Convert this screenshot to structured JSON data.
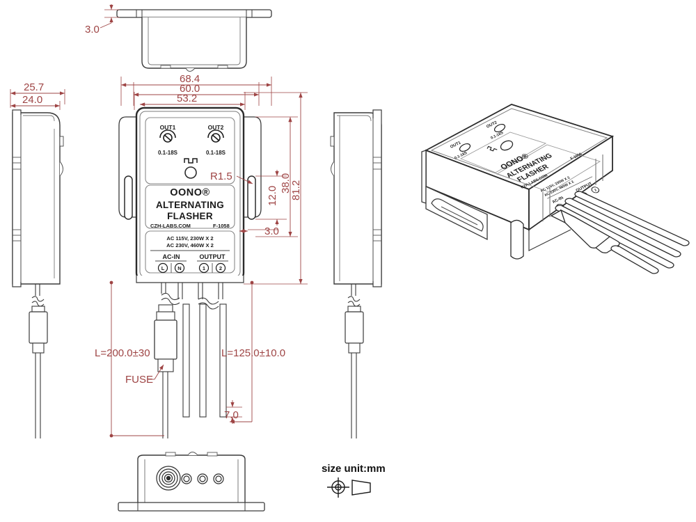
{
  "drawing": {
    "legend": {
      "unit_note": "size unit:mm",
      "projection_symbol": "first-angle-projection-icon"
    },
    "line_colors": {
      "dimension": "#9e4444",
      "outline": "#2b2b2b",
      "detail": "#5a5a5a"
    }
  },
  "dimensions": {
    "top_view": [
      {
        "name": "flange-thickness",
        "value": "3.0"
      }
    ],
    "left_side_view": [
      {
        "name": "overall-depth-with-tab",
        "value": "25.7"
      },
      {
        "name": "body-depth",
        "value": "24.0"
      }
    ],
    "front_view": [
      {
        "name": "overall-width-with-flanges",
        "value": "68.4"
      },
      {
        "name": "mounting-hole-span",
        "value": "60.0"
      },
      {
        "name": "body-width",
        "value": "53.2"
      },
      {
        "name": "overall-height",
        "value": "81.2"
      },
      {
        "name": "body-height",
        "value": "38.0"
      },
      {
        "name": "slot-length",
        "value": "12.0"
      },
      {
        "name": "slot-width",
        "value": "3.0"
      },
      {
        "name": "corner-radius",
        "value": "R1.5"
      }
    ],
    "wires": [
      {
        "name": "ac-in-wire-length",
        "value": "L=200.0±30"
      },
      {
        "name": "output-wire-length",
        "value": "L=125.0±10.0"
      },
      {
        "name": "stripped-tip-length",
        "value": "7.0"
      }
    ]
  },
  "annotations": {
    "fuse_callout": "FUSE"
  },
  "product_label": {
    "brand": "OONO®",
    "title_line1": "ALTERNATING",
    "title_line2": "FLASHER",
    "website": "CZH-LABS.COM",
    "model": "F-1058",
    "rating_line1": "AC 115V, 230W X 2",
    "rating_line2": "AC 230V, 460W X 2",
    "pots": [
      {
        "name": "OUT1",
        "range": "0.1-18S"
      },
      {
        "name": "OUT2",
        "range": "0.1-18S"
      }
    ],
    "waveform_icon": "square-wave-icon",
    "terminal_groups": [
      {
        "group": "AC-IN",
        "pins": [
          "L",
          "N"
        ]
      },
      {
        "group": "OUTPUT",
        "pins": [
          "1",
          "2"
        ]
      }
    ]
  },
  "views": [
    {
      "name": "top-view",
      "title": ""
    },
    {
      "name": "left-side-view",
      "title": ""
    },
    {
      "name": "front-view",
      "title": ""
    },
    {
      "name": "right-side-view",
      "title": ""
    },
    {
      "name": "isometric-view",
      "title": ""
    },
    {
      "name": "bottom-view",
      "title": ""
    }
  ]
}
